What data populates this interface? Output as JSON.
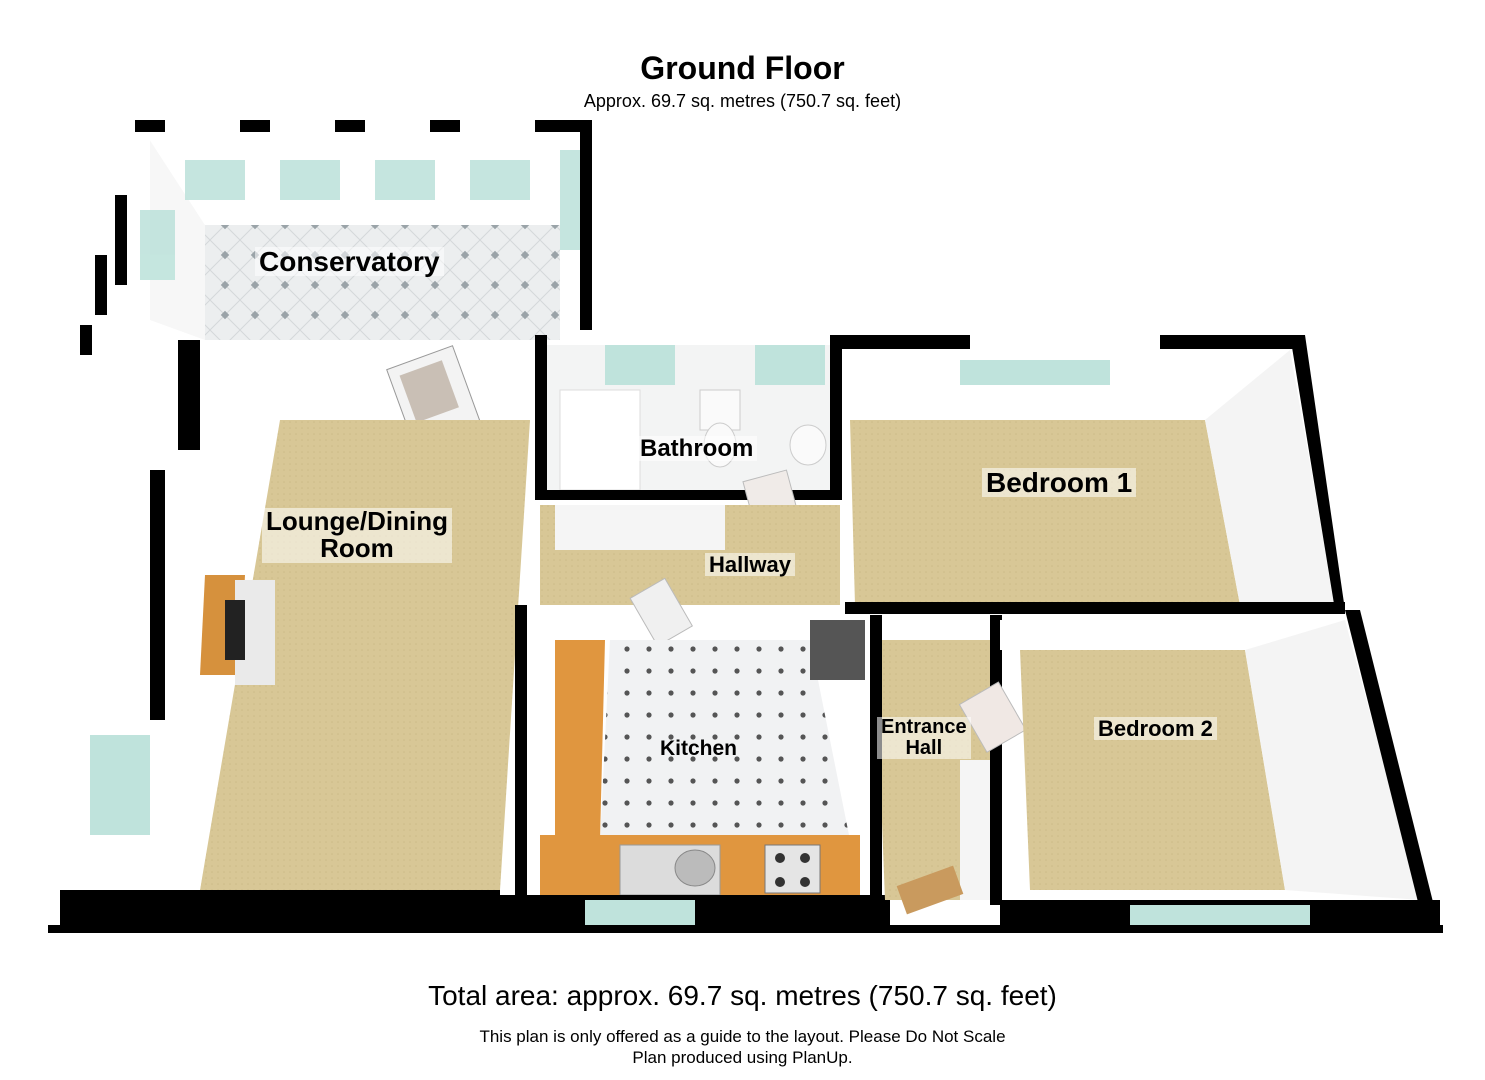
{
  "header": {
    "title": "Ground Floor",
    "subtitle": "Approx. 69.7 sq. metres (750.7 sq. feet)"
  },
  "rooms": {
    "conservatory": "Conservatory",
    "bathroom": "Bathroom",
    "bedroom1": "Bedroom 1",
    "lounge_line1": "Lounge/Dining",
    "lounge_line2": "Room",
    "hallway": "Hallway",
    "kitchen": "Kitchen",
    "entrance_line1": "Entrance",
    "entrance_line2": "Hall",
    "bedroom2": "Bedroom 2"
  },
  "footer": {
    "total_area": "Total area: approx. 69.7 sq. metres (750.7 sq. feet)",
    "disclaimer": "This plan is only offered as a guide to the layout. Please Do Not Scale",
    "produced_by": "Plan produced using PlanUp."
  },
  "colors": {
    "wall": "#000000",
    "carpet": "#d9c89a",
    "tile": "#e6e9ea",
    "glass": "#bfe3dc",
    "worktop": "#e0963f"
  }
}
